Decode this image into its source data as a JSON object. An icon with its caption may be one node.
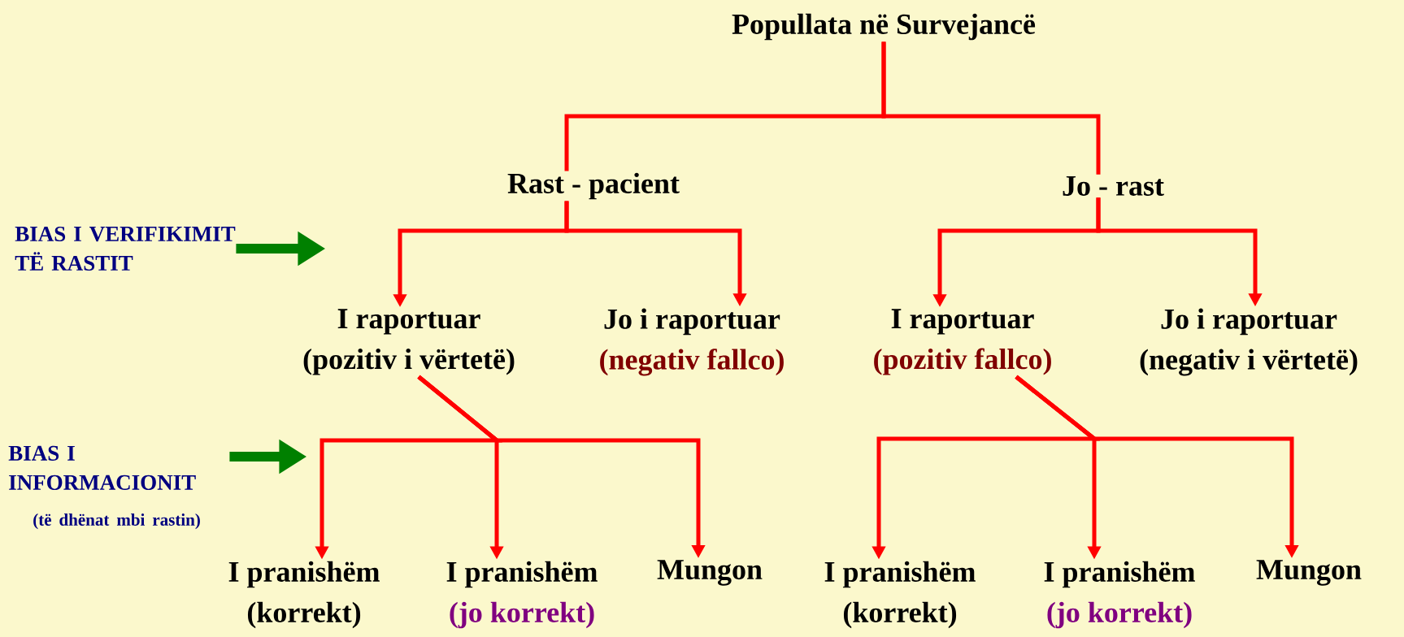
{
  "diagram": {
    "nodes": [
      {
        "text": [
          "Popullata në Survejancë"
        ]
      },
      {
        "text": [
          "Rast - pacient"
        ]
      },
      {
        "text": [
          "Jo - rast"
        ]
      },
      {
        "text": [
          "I raportuar",
          "(pozitiv i vërtetë)"
        ]
      },
      {
        "text": [
          "Jo i raportuar",
          "(negativ fallco)"
        ]
      },
      {
        "text": [
          "I raportuar",
          "(pozitiv fallco)"
        ]
      },
      {
        "text": [
          "Jo i raportuar",
          "(negativ i vërtetë)"
        ]
      },
      {
        "text": [
          "I pranishëm",
          "(korrekt)"
        ]
      },
      {
        "text": [
          "I pranishëm",
          "(jo korrekt)"
        ]
      },
      {
        "text": [
          "Mungon"
        ]
      },
      {
        "text": [
          "I pranishëm",
          "(korrekt)"
        ]
      },
      {
        "text": [
          "I pranishëm",
          "(jo korrekt)"
        ]
      },
      {
        "text": [
          "Mungon"
        ]
      },
      {
        "text": [
          "BIAS I VERIFIKIMIT TË RASTIT"
        ]
      },
      {
        "text": [
          "BIAS I INFORMACIONIT",
          "(të dhënat mbi rastin)"
        ]
      }
    ],
    "edges": [
      {
        "from": 0,
        "to": 1,
        "arrow": "none"
      },
      {
        "from": 0,
        "to": 2,
        "arrow": "none"
      },
      {
        "from": 1,
        "to": 3,
        "arrow": "to"
      },
      {
        "from": 1,
        "to": 4,
        "arrow": "to"
      },
      {
        "from": 2,
        "to": 5,
        "arrow": "to"
      },
      {
        "from": 2,
        "to": 6,
        "arrow": "to"
      },
      {
        "from": 3,
        "to": 7,
        "arrow": "to"
      },
      {
        "from": 3,
        "to": 8,
        "arrow": "to"
      },
      {
        "from": 3,
        "to": 9,
        "arrow": "to"
      },
      {
        "from": 5,
        "to": 10,
        "arrow": "to"
      },
      {
        "from": 5,
        "to": 11,
        "arrow": "to"
      },
      {
        "from": 5,
        "to": 12,
        "arrow": "to"
      },
      {
        "from": 13,
        "to": null,
        "arrow": "to",
        "style": "thick",
        "color": "#008000"
      },
      {
        "from": 14,
        "to": null,
        "arrow": "to",
        "style": "thick",
        "color": "#008000"
      }
    ]
  }
}
